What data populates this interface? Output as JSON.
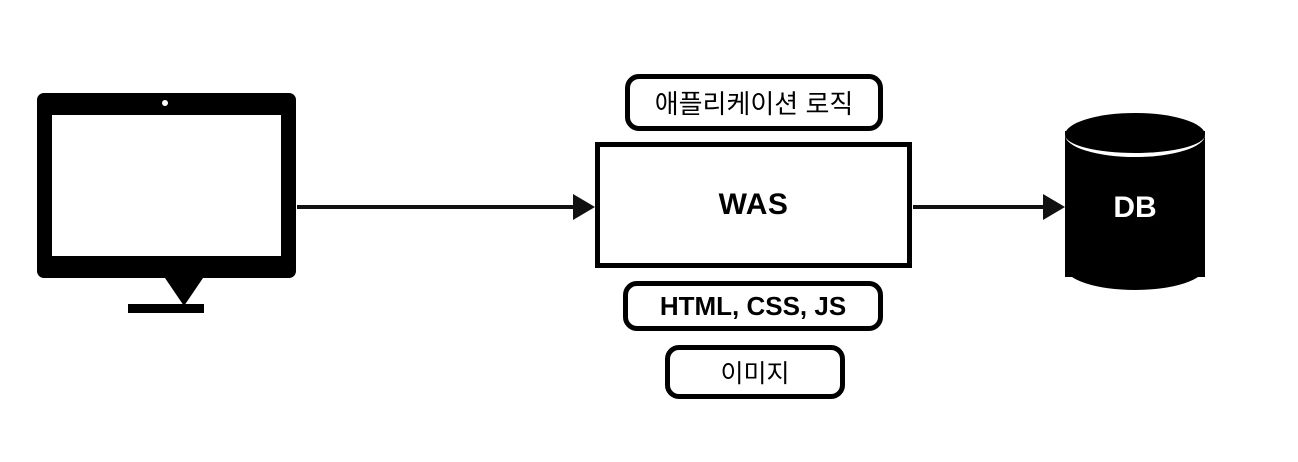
{
  "diagram": {
    "title": "WAS architecture flow",
    "background_color": "#ffffff",
    "stroke_color": "#000000",
    "nodes": {
      "client": {
        "type": "monitor-icon",
        "name": "client-monitor",
        "label": ""
      },
      "was": {
        "type": "rectangle",
        "label": "WAS"
      },
      "db": {
        "type": "cylinder",
        "label": "DB",
        "fill": "#000000",
        "text_color": "#ffffff"
      }
    },
    "pills": [
      {
        "id": "app-logic",
        "label": "애플리케이션 로직",
        "position": "above-was"
      },
      {
        "id": "static-assets",
        "label": "HTML, CSS, JS",
        "position": "below-was"
      },
      {
        "id": "image",
        "label": "이미지",
        "position": "below-static-assets"
      }
    ],
    "arrows": [
      {
        "id": "client-to-was",
        "from": "client",
        "to": "was",
        "direction": "right",
        "label": ""
      },
      {
        "id": "was-to-db",
        "from": "was",
        "to": "db",
        "direction": "right",
        "label": ""
      }
    ]
  }
}
